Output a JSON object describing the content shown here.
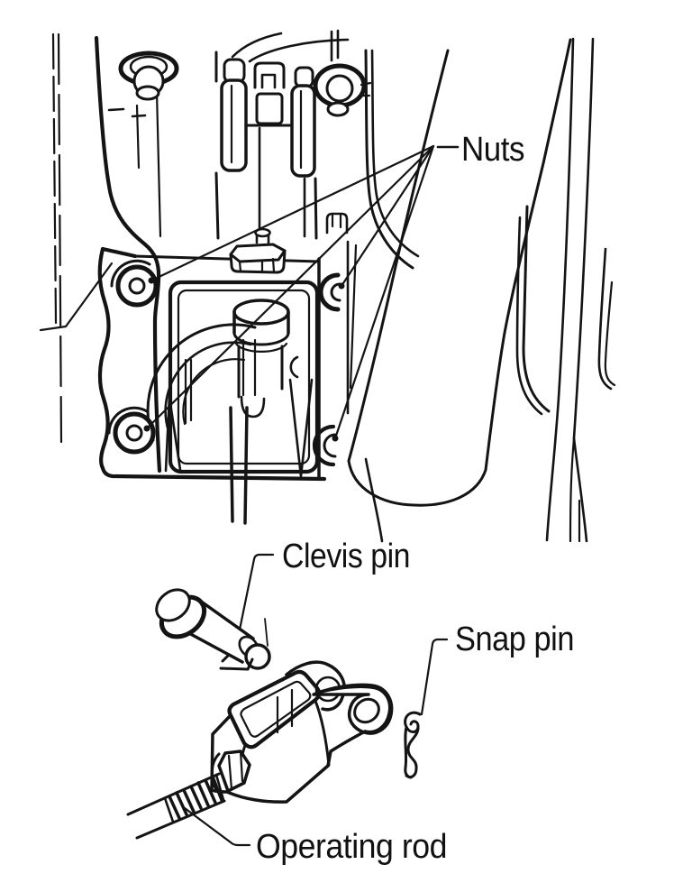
{
  "figure": {
    "type": "technical-line-illustration",
    "background": "#ffffff",
    "line_color": "#141414",
    "labels": {
      "nuts": "Nuts",
      "clevis_pin": "Clevis pin",
      "snap_pin": "Snap pin",
      "operating_rod": "Operating rod"
    },
    "parts": [
      "Nuts",
      "Clevis pin",
      "Snap pin",
      "Operating rod"
    ],
    "nut_count_pointed_to": 4
  }
}
